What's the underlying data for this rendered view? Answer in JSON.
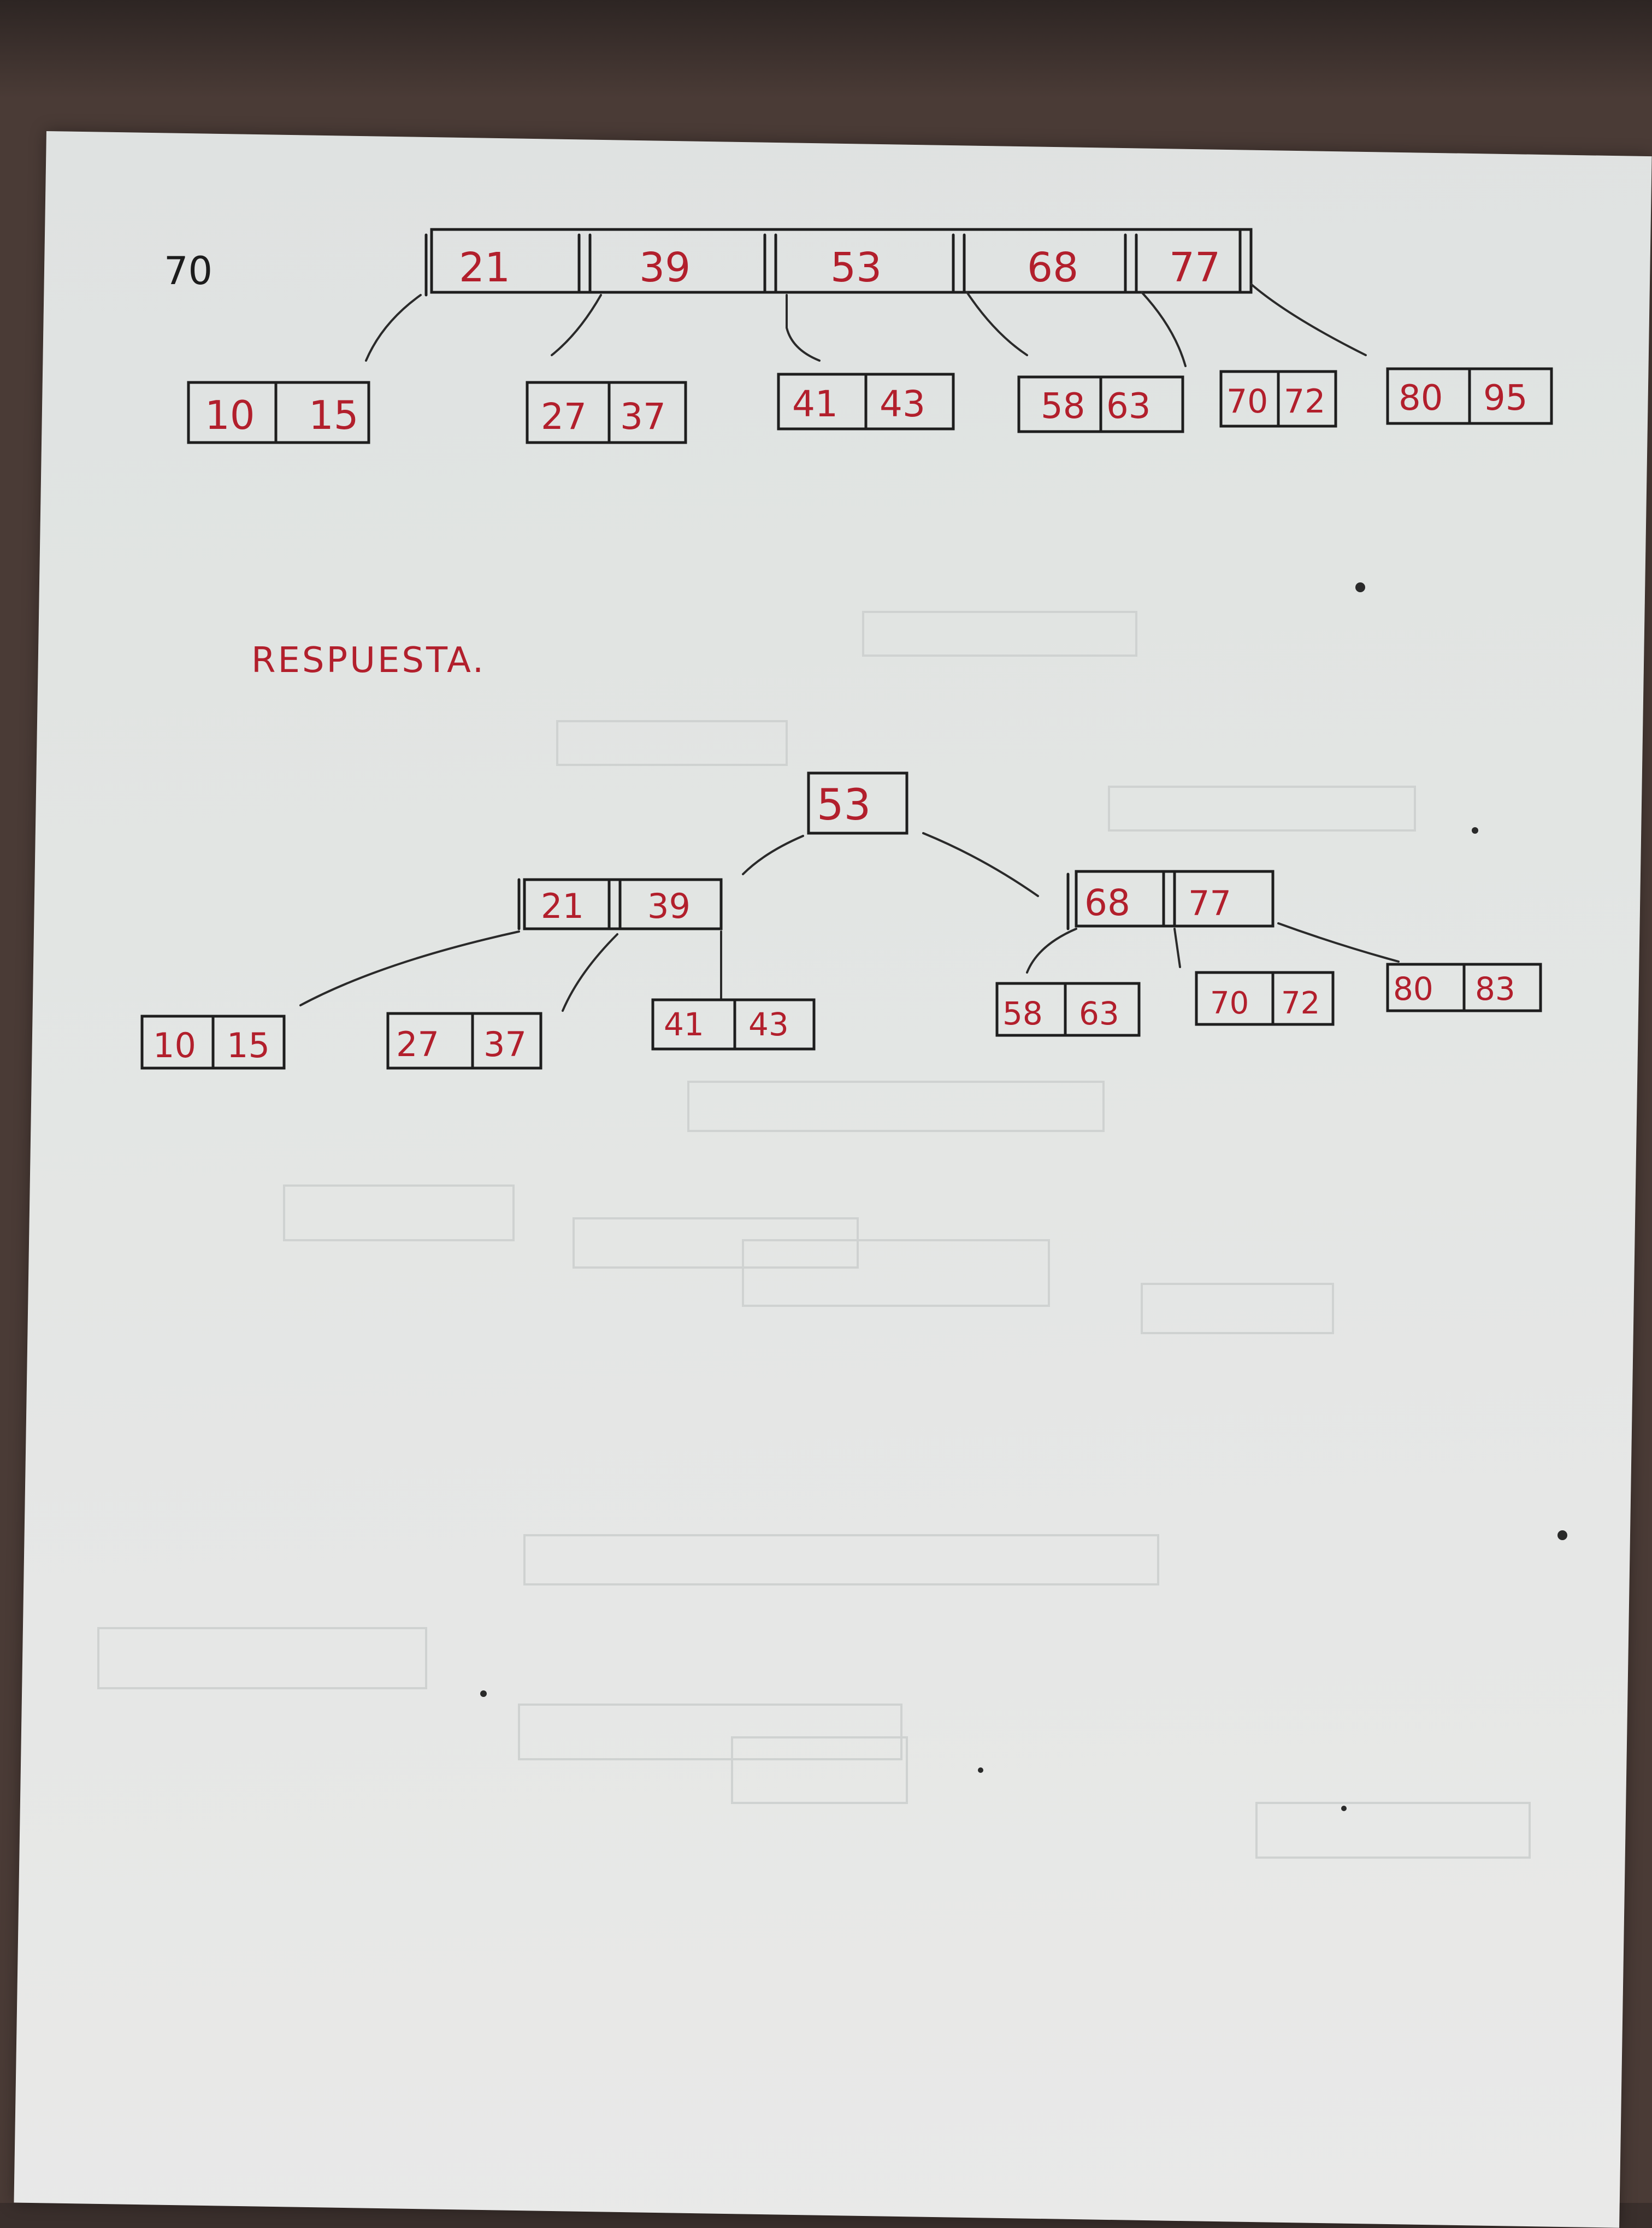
{
  "question_number": "70",
  "answer_heading": "RESPUESTA.",
  "original_tree": {
    "root_keys": [
      "21",
      "39",
      "53",
      "68",
      "77"
    ],
    "leaves": [
      [
        "10",
        "15"
      ],
      [
        "27",
        "37"
      ],
      [
        "41",
        "43"
      ],
      [
        "58",
        "63"
      ],
      [
        "70",
        "72"
      ],
      [
        "80",
        "95"
      ]
    ]
  },
  "answer_tree": {
    "root_keys": [
      "53"
    ],
    "internal_left_keys": [
      "21",
      "39"
    ],
    "internal_right_keys": [
      "68",
      "77"
    ],
    "leaves": [
      [
        "10",
        "15"
      ],
      [
        "27",
        "37"
      ],
      [
        "41",
        "43"
      ],
      [
        "58",
        "63"
      ],
      [
        "70",
        "72"
      ],
      [
        "80",
        "83"
      ]
    ]
  },
  "colors": {
    "black_ink": "#1c1c1c",
    "red_ink": "#b21f2c",
    "paper": "#e4e6e5"
  }
}
